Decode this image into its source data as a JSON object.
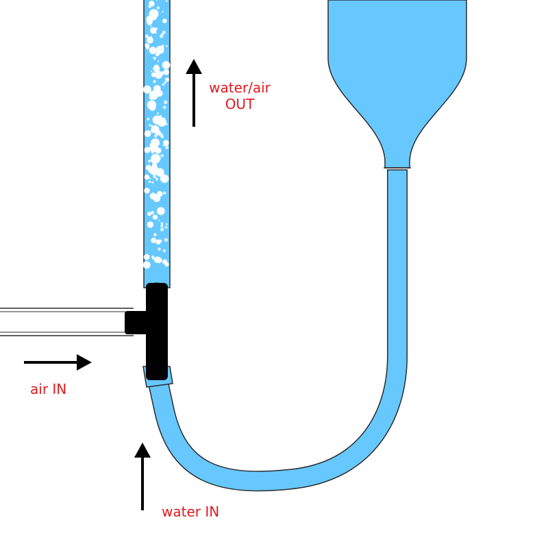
{
  "labels": {
    "water_air_out_line1": "water/air",
    "water_air_out_line2": "OUT",
    "air_in": "air IN",
    "water_in": "water IN"
  },
  "colors": {
    "water": "#66c8ff",
    "water_dark": "#4da6e8",
    "tube_outline": "#2a2a2a",
    "fitting": "#000000",
    "bubbles": "#ffffff",
    "label_text": "#e0191f",
    "arrow": "#000000"
  }
}
